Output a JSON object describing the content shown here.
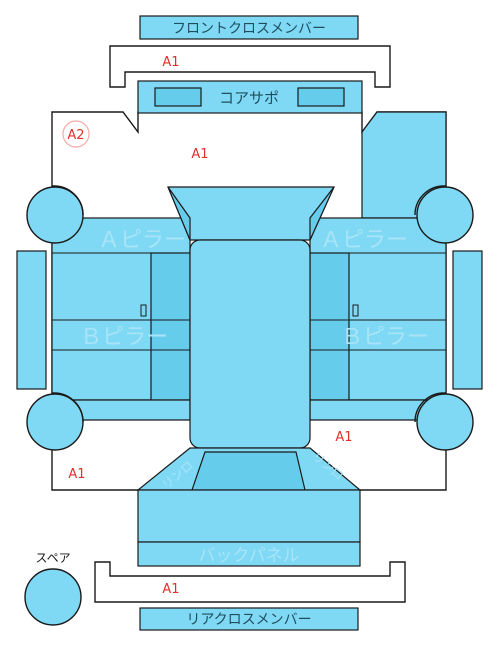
{
  "panels": {
    "front_cross_member": "フロントクロスメンバー",
    "core_support": "コアサポ",
    "a_pillar_left": "Ａピラー",
    "a_pillar_right": "Ａピラー",
    "b_pillar_left": "Ｂピラー",
    "b_pillar_right": "Ｂピラー",
    "back_panel": "バックパネル",
    "rear_cross_member": "リアクロスメンバー",
    "rear_left_corner": "リンロ",
    "rear_right_corner": "リンロ",
    "spare": "スペア"
  },
  "damage_marks": {
    "front_cross_member": "A1",
    "front_left": "A2",
    "front_floor": "A1",
    "rear_right": "A1",
    "rear_left": "A1",
    "rear_cross_member": "A1"
  },
  "colors": {
    "panel_fill": "#7fd9f5",
    "mark_red": "#e0302b"
  }
}
